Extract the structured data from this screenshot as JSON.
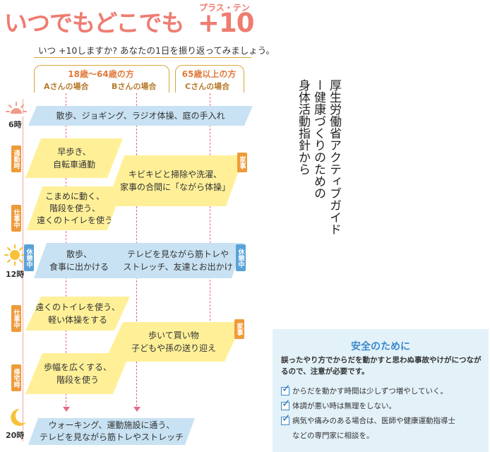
{
  "header": {
    "title": "いつでもどこでも",
    "ruby": "プラス・テン",
    "plus10": "+10",
    "subtitle": "いつ +10しますか? あなたの1日を振り返ってみましょう。"
  },
  "age_groups": [
    {
      "title": "18歳〜64歳の方",
      "persons": [
        "Aさんの場合",
        "Bさんの場合"
      ]
    },
    {
      "title": "65歳以上の方",
      "persons": [
        "Cさんの場合"
      ]
    }
  ],
  "times": [
    "6時",
    "12時",
    "20時"
  ],
  "labels": {
    "commute_morning": "通勤時",
    "work_morning": "仕事中",
    "break_a": "休憩中",
    "break_c": "休憩中",
    "work_afternoon": "仕事中",
    "commute_evening": "帰宅時",
    "house_morning": "家事",
    "house_afternoon": "家事"
  },
  "bands": {
    "morning_all": "散歩、ジョギング、ラジオ体操、庭の手入れ",
    "commute_a_1": "早歩き、",
    "commute_a_2": "自転車通勤",
    "work_a_1": "こまめに動く、",
    "work_a_2": "階段を使う、",
    "work_a_3": "遠くのトイレを使う",
    "house_bc_1": "キビキビと掃除や洗濯、",
    "house_bc_2": "家事の合間に「ながら体操」",
    "lunch_a_1": "散歩、",
    "lunch_a_2": "食事に出かける",
    "lunch_bc_1": "テレビを見ながら筋トレや",
    "lunch_bc_2": "ストレッチ、友達とお出かけ",
    "work_pm_1": "遠くのトイレを使う、",
    "work_pm_2": "軽い体操をする",
    "shopping_1": "歩いて買い物",
    "shopping_2": "子どもや孫の送り迎え",
    "home_a_1": "歩幅を広くする、",
    "home_a_2": "階段を使う",
    "evening_1": "ウォーキング、運動施設に通う、",
    "evening_2": "テレビを見ながら筋トレやストレッチ"
  },
  "credit": [
    "厚生労働省アクティブガイド",
    "ー健康づくりのための",
    "身体活動指針から"
  ],
  "safety": {
    "title": "安全のために",
    "intro": "誤ったやり方でからだを動かすと思わぬ事故やけがにつながるので、注意が必要です。",
    "items": [
      "からだを動かす時間は少しずつ増やしていく。",
      "体調が悪い時は無理をしない。",
      "病気や痛みのある場合は、医師や健康運動指導士",
      "などの専門家に相談を。"
    ]
  },
  "colors": {
    "title": "#ef7c70",
    "blue_band": "#c8e2f3",
    "yellow_band": "#fff098",
    "label_orange": "#ee9a3a",
    "label_blue": "#5aa2d8",
    "guide_line": "#e56a85",
    "safety_bg": "#e3f1f9",
    "safety_accent": "#3b89cc"
  },
  "icons": [
    "sunrise-icon",
    "sun-icon",
    "crescent-moon-icon",
    "checkbox-checked-icon"
  ]
}
